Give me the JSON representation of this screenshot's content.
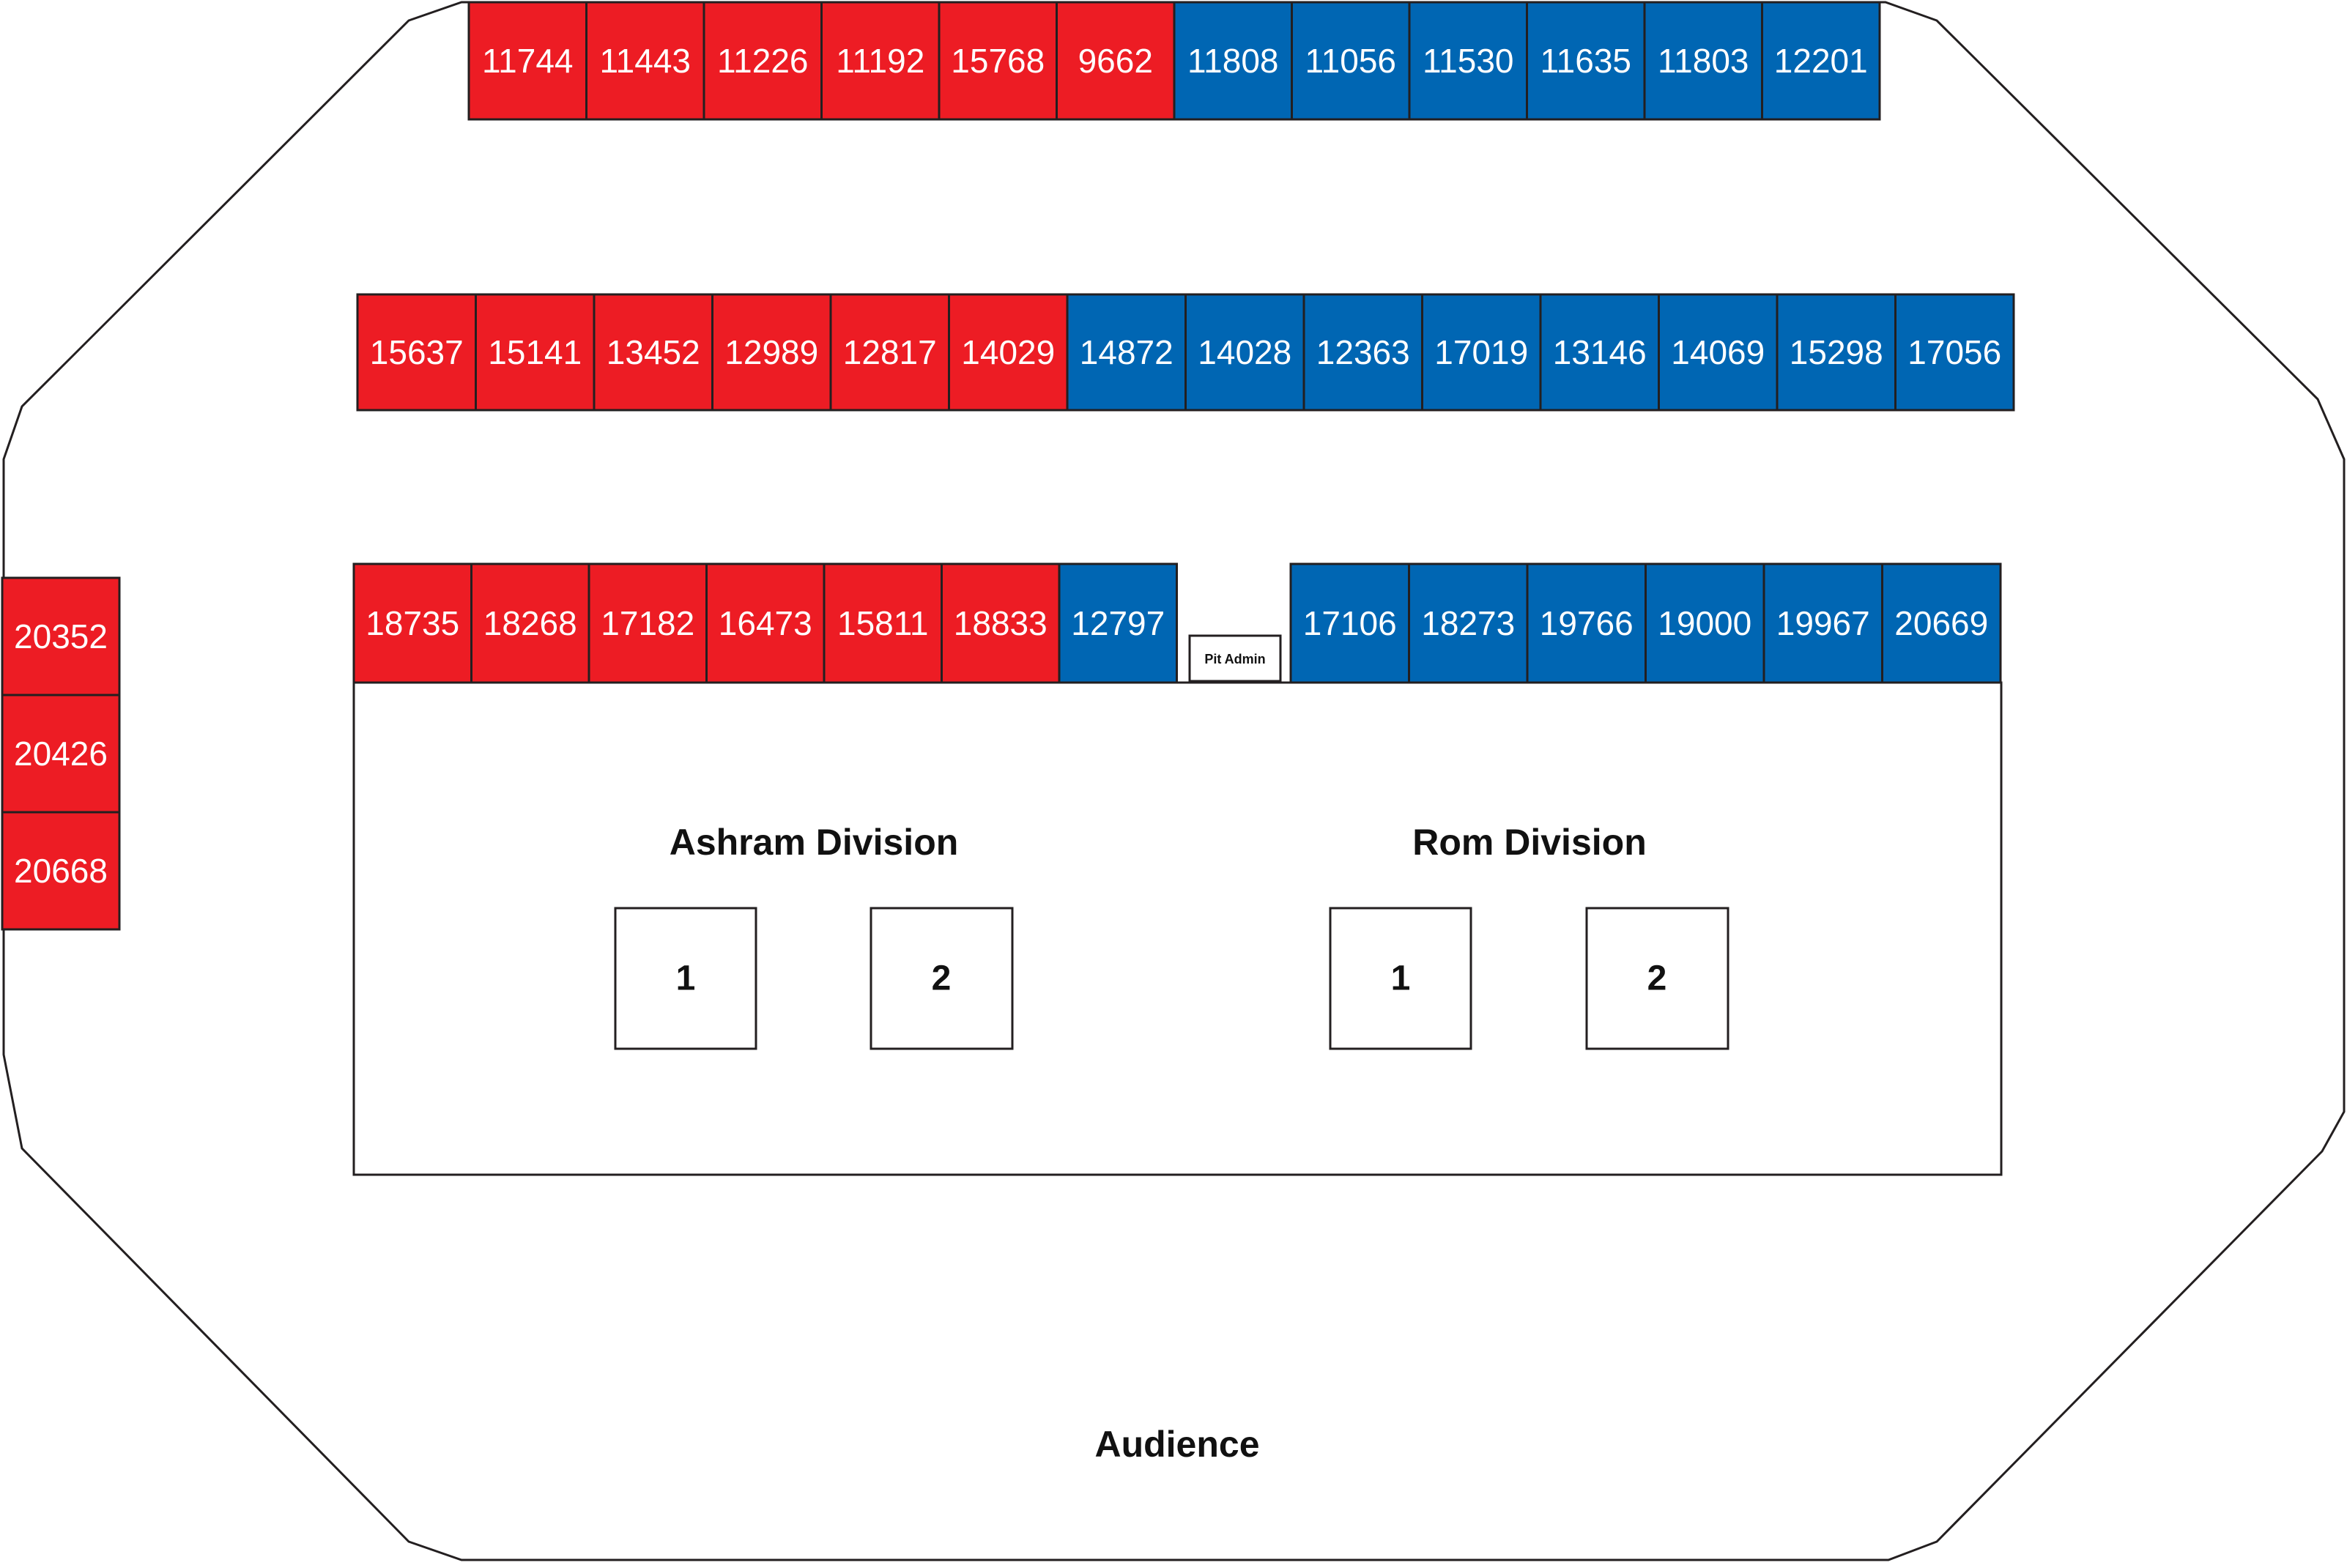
{
  "colors": {
    "red_team": "#ed1c24",
    "blue_team": "#0066b3",
    "outline": "#231f20"
  },
  "booth_rows": [
    {
      "name": "top-row",
      "booths": [
        {
          "team": "11744",
          "color": "red"
        },
        {
          "team": "11443",
          "color": "red"
        },
        {
          "team": "11226",
          "color": "red"
        },
        {
          "team": "11192",
          "color": "red"
        },
        {
          "team": "15768",
          "color": "red"
        },
        {
          "team": "9662",
          "color": "red"
        },
        {
          "team": "11808",
          "color": "blue"
        },
        {
          "team": "11056",
          "color": "blue"
        },
        {
          "team": "11530",
          "color": "blue"
        },
        {
          "team": "11635",
          "color": "blue"
        },
        {
          "team": "11803",
          "color": "blue"
        },
        {
          "team": "12201",
          "color": "blue"
        }
      ]
    },
    {
      "name": "middle-row",
      "booths": [
        {
          "team": "15637",
          "color": "red"
        },
        {
          "team": "15141",
          "color": "red"
        },
        {
          "team": "13452",
          "color": "red"
        },
        {
          "team": "12989",
          "color": "red"
        },
        {
          "team": "12817",
          "color": "red"
        },
        {
          "team": "14029",
          "color": "red"
        },
        {
          "team": "14872",
          "color": "blue"
        },
        {
          "team": "14028",
          "color": "blue"
        },
        {
          "team": "12363",
          "color": "blue"
        },
        {
          "team": "17019",
          "color": "blue"
        },
        {
          "team": "13146",
          "color": "blue"
        },
        {
          "team": "14069",
          "color": "blue"
        },
        {
          "team": "15298",
          "color": "blue"
        },
        {
          "team": "17056",
          "color": "blue"
        }
      ]
    },
    {
      "name": "bottom-row-left",
      "booths": [
        {
          "team": "18735",
          "color": "red"
        },
        {
          "team": "18268",
          "color": "red"
        },
        {
          "team": "17182",
          "color": "red"
        },
        {
          "team": "16473",
          "color": "red"
        },
        {
          "team": "15811",
          "color": "red"
        },
        {
          "team": "18833",
          "color": "red"
        },
        {
          "team": "12797",
          "color": "blue"
        }
      ]
    },
    {
      "name": "bottom-row-right",
      "booths": [
        {
          "team": "17106",
          "color": "blue"
        },
        {
          "team": "18273",
          "color": "blue"
        },
        {
          "team": "19766",
          "color": "blue"
        },
        {
          "team": "19000",
          "color": "blue"
        },
        {
          "team": "19967",
          "color": "blue"
        },
        {
          "team": "20669",
          "color": "blue"
        }
      ]
    },
    {
      "name": "left-column",
      "booths": [
        {
          "team": "20352",
          "color": "red"
        },
        {
          "team": "20426",
          "color": "red"
        },
        {
          "team": "20668",
          "color": "red"
        }
      ]
    }
  ],
  "pit_admin": "Pit Admin",
  "divisions": [
    {
      "name": "Ashram Division",
      "fields": [
        "1",
        "2"
      ]
    },
    {
      "name": "Rom Division",
      "fields": [
        "1",
        "2"
      ]
    }
  ],
  "audience": "Audience"
}
